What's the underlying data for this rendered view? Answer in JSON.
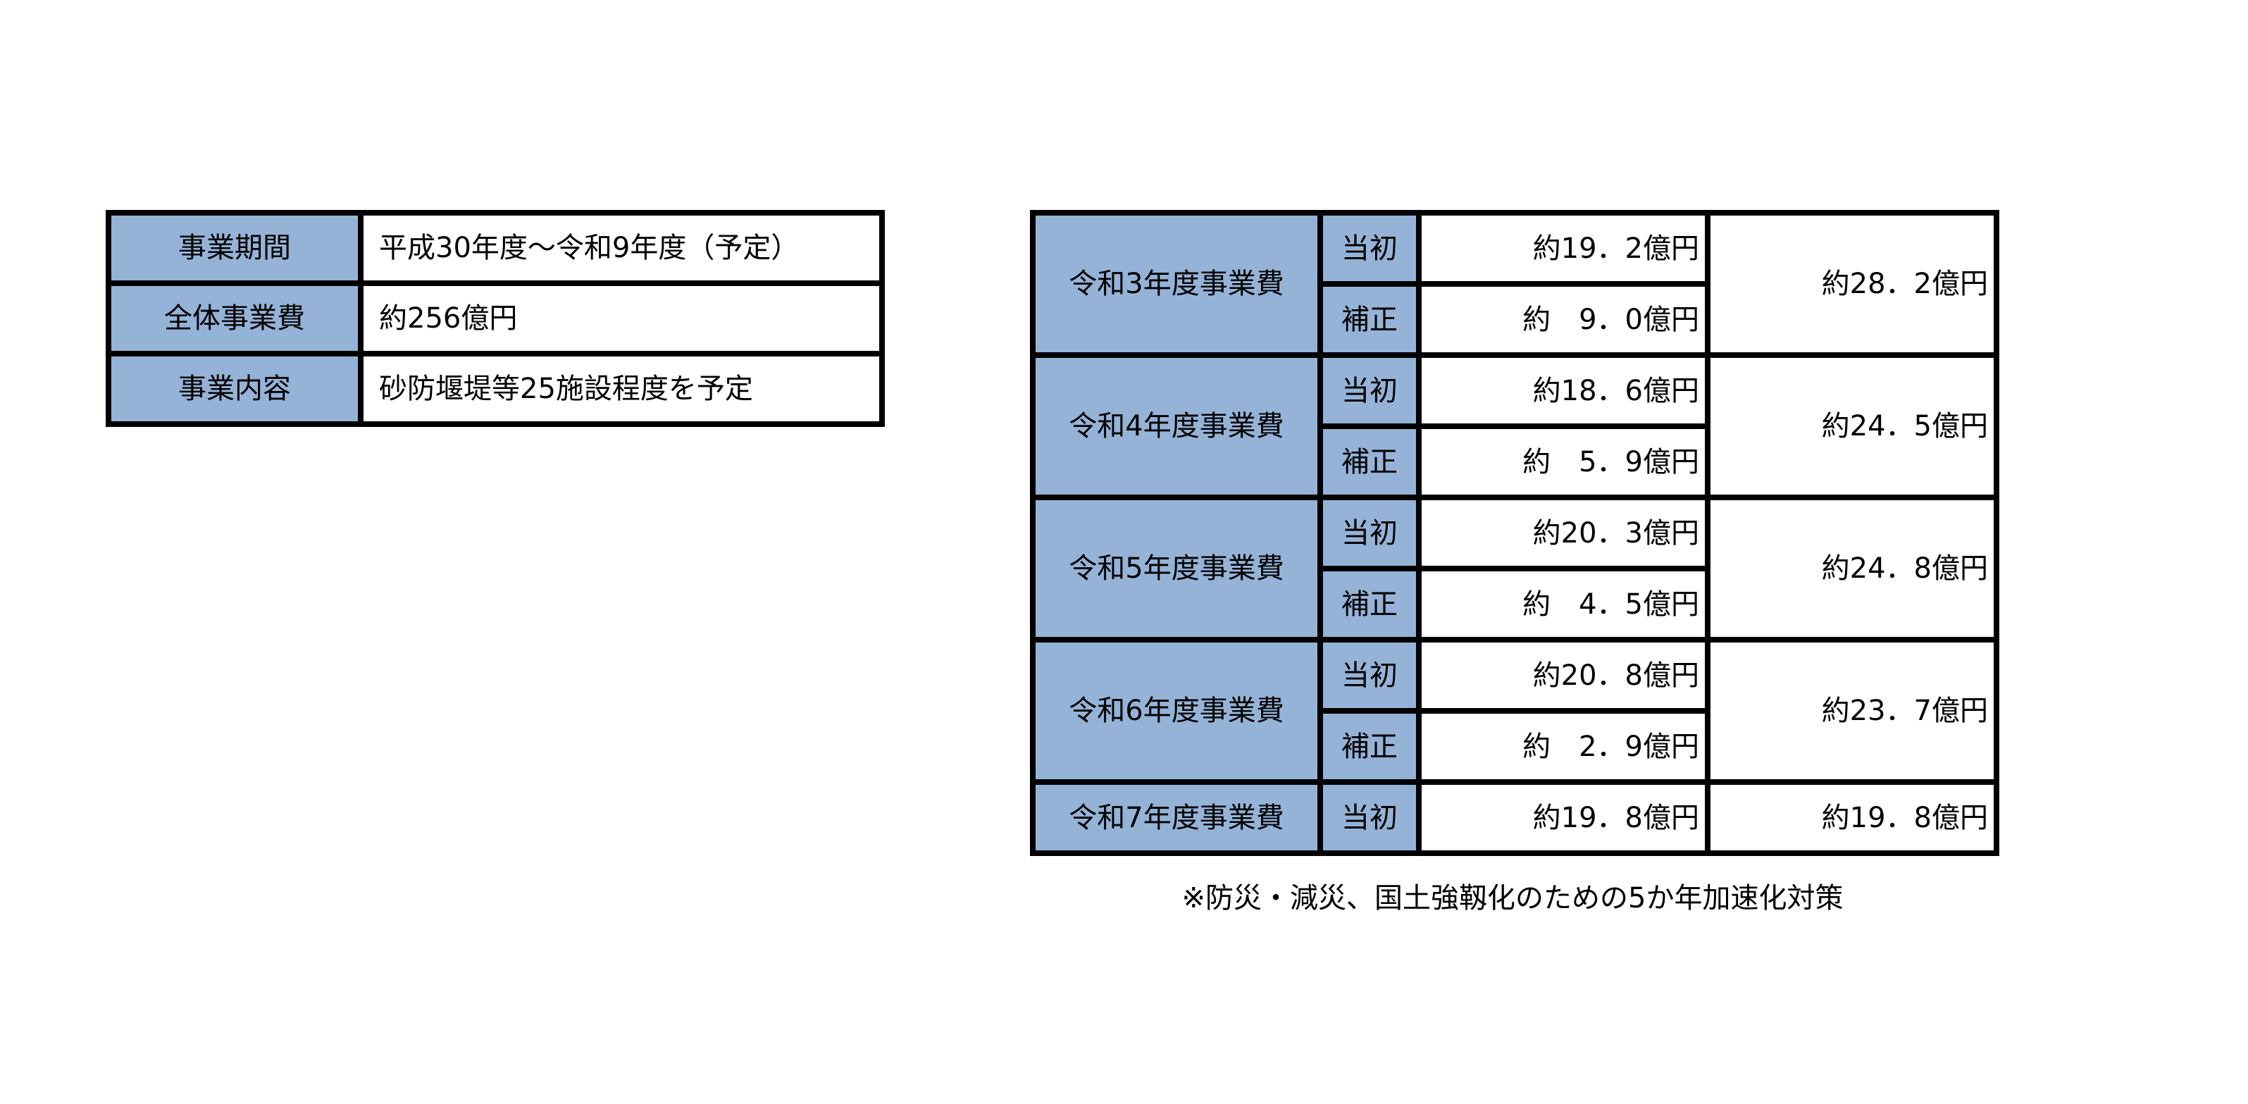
{
  "summary": [
    {
      "label": "事業期間",
      "value": "平成30年度～令和9年度（予定）"
    },
    {
      "label": "全体事業費",
      "value": "約256億円"
    },
    {
      "label": "事業内容",
      "value": "砂防堰堤等25施設程度を予定"
    }
  ],
  "budget": [
    {
      "year": "令和3年度事業費",
      "initial_label": "当初",
      "initial": "約19．2億円",
      "supp_label": "補正",
      "supp": "約　9．0億円",
      "total": "約28．2億円"
    },
    {
      "year": "令和4年度事業費",
      "initial_label": "当初",
      "initial": "約18．6億円",
      "supp_label": "補正",
      "supp": "約　5．9億円",
      "total": "約24．5億円"
    },
    {
      "year": "令和5年度事業費",
      "initial_label": "当初",
      "initial": "約20．3億円",
      "supp_label": "補正",
      "supp": "約　4．5億円",
      "total": "約24．8億円"
    },
    {
      "year": "令和6年度事業費",
      "initial_label": "当初",
      "initial": "約20．8億円",
      "supp_label": "補正",
      "supp": "約　2．9億円",
      "total": "約23．7億円"
    },
    {
      "year": "令和7年度事業費",
      "initial_label": "当初",
      "initial": "約19．8億円",
      "total": "約19．8億円"
    }
  ],
  "note": "※防災・減災、国土強靱化のための5か年加速化対策"
}
